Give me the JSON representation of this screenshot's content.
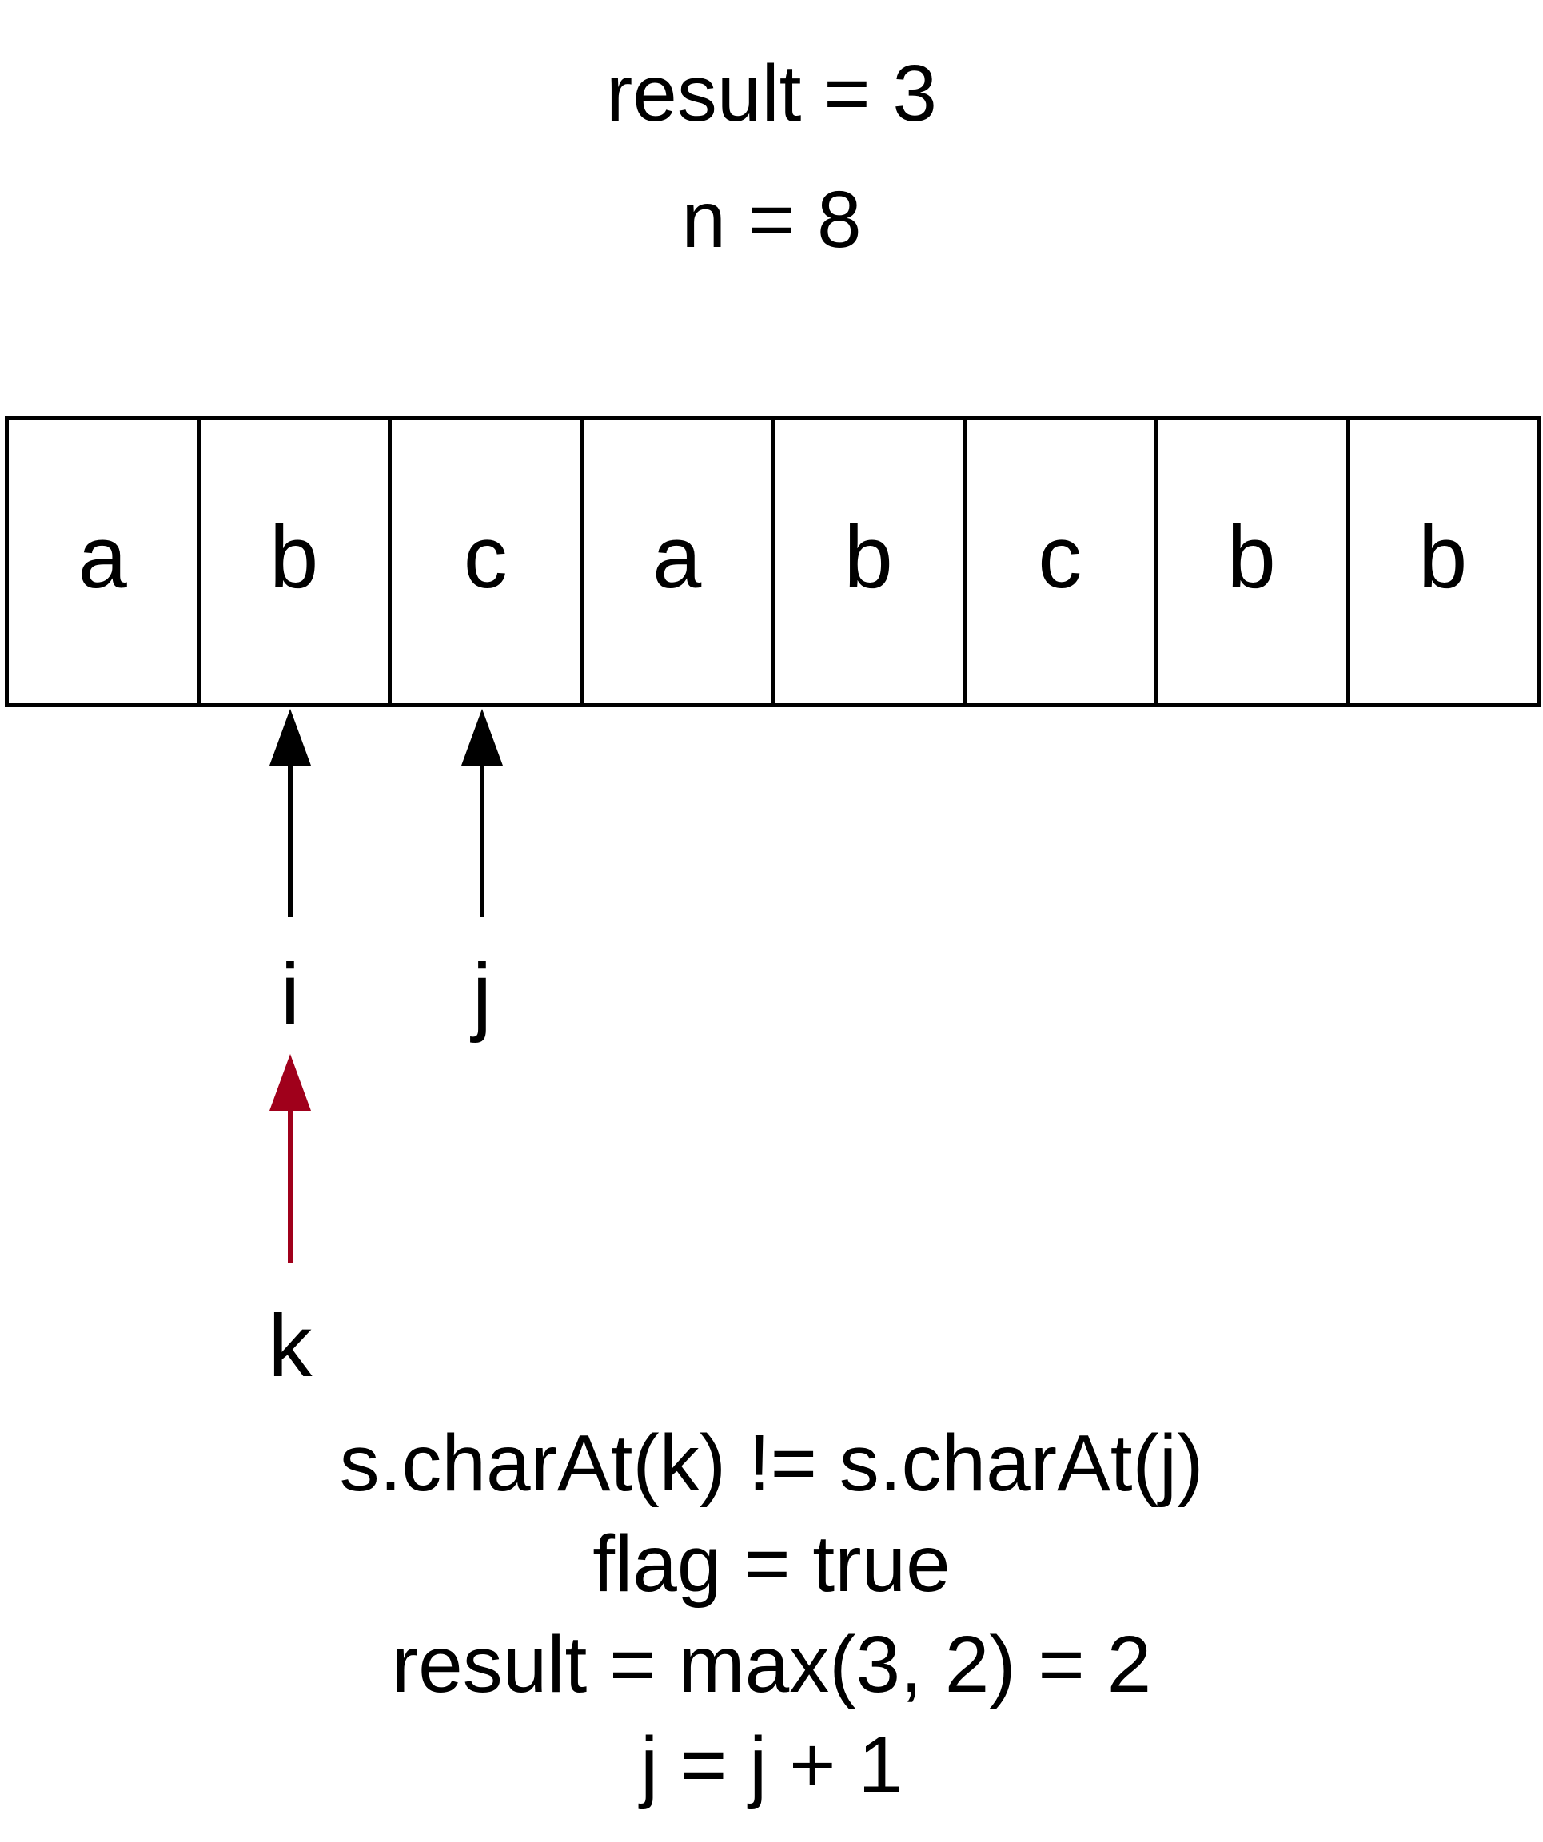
{
  "header": {
    "result_text": "result = 3",
    "n_text": "n = 8"
  },
  "array": {
    "cells": [
      "a",
      "b",
      "c",
      "a",
      "b",
      "c",
      "b",
      "b"
    ]
  },
  "pointers": {
    "i": {
      "label": "i",
      "index": 1,
      "color": "#000000"
    },
    "j": {
      "label": "j",
      "index": 2,
      "color": "#000000"
    },
    "k": {
      "label": "k",
      "index": 1,
      "color": "#A0001B"
    }
  },
  "steps": [
    "s.charAt(k) != s.charAt(j)",
    "flag = true",
    "result = max(3, 2) = 2",
    "j = j + 1"
  ]
}
